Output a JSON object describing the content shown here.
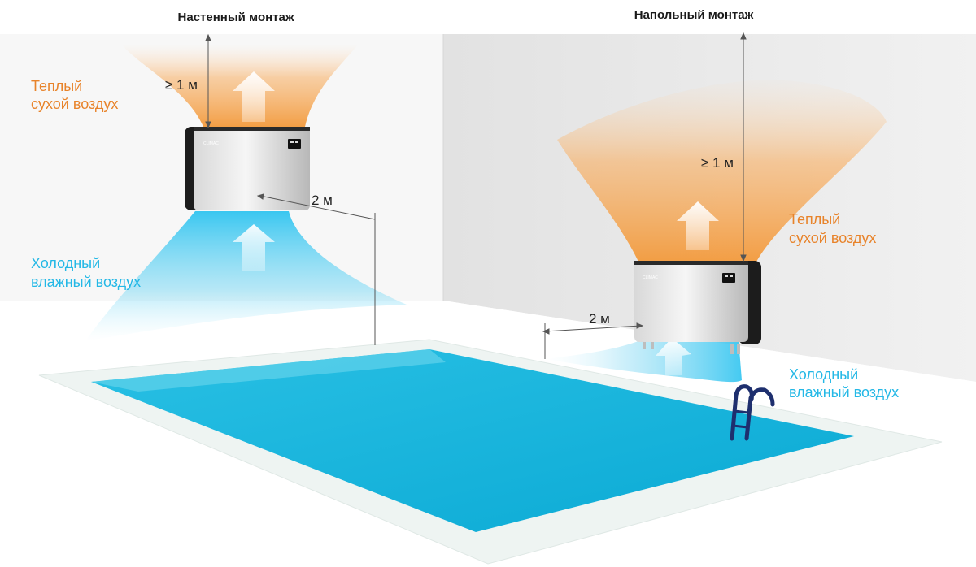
{
  "wall_mount": {
    "title": "Настенный монтаж",
    "warm_air": [
      "Теплый",
      "сухой воздух"
    ],
    "cold_air": [
      "Холодный",
      "влажный воздух"
    ],
    "clearance_top": "≥ 1 м",
    "clearance_side": "2 м"
  },
  "floor_mount": {
    "title": "Напольный монтаж",
    "warm_air": [
      "Теплый",
      "сухой воздух"
    ],
    "cold_air": [
      "Холодный",
      "влажный воздух"
    ],
    "clearance_top": "≥ 1 м",
    "clearance_side": "2 м"
  },
  "colors": {
    "warm": "#e8832a",
    "cold": "#24b8e6",
    "water": "#1cb6dc",
    "pool_deck": "#eef4f2",
    "wall": "#ececec"
  },
  "icons": {
    "airflow_arrow": "up-arrow-icon",
    "pool_ladder": "ladder-icon",
    "device_display": "display-icon"
  },
  "device_brand": "CLIMAC"
}
